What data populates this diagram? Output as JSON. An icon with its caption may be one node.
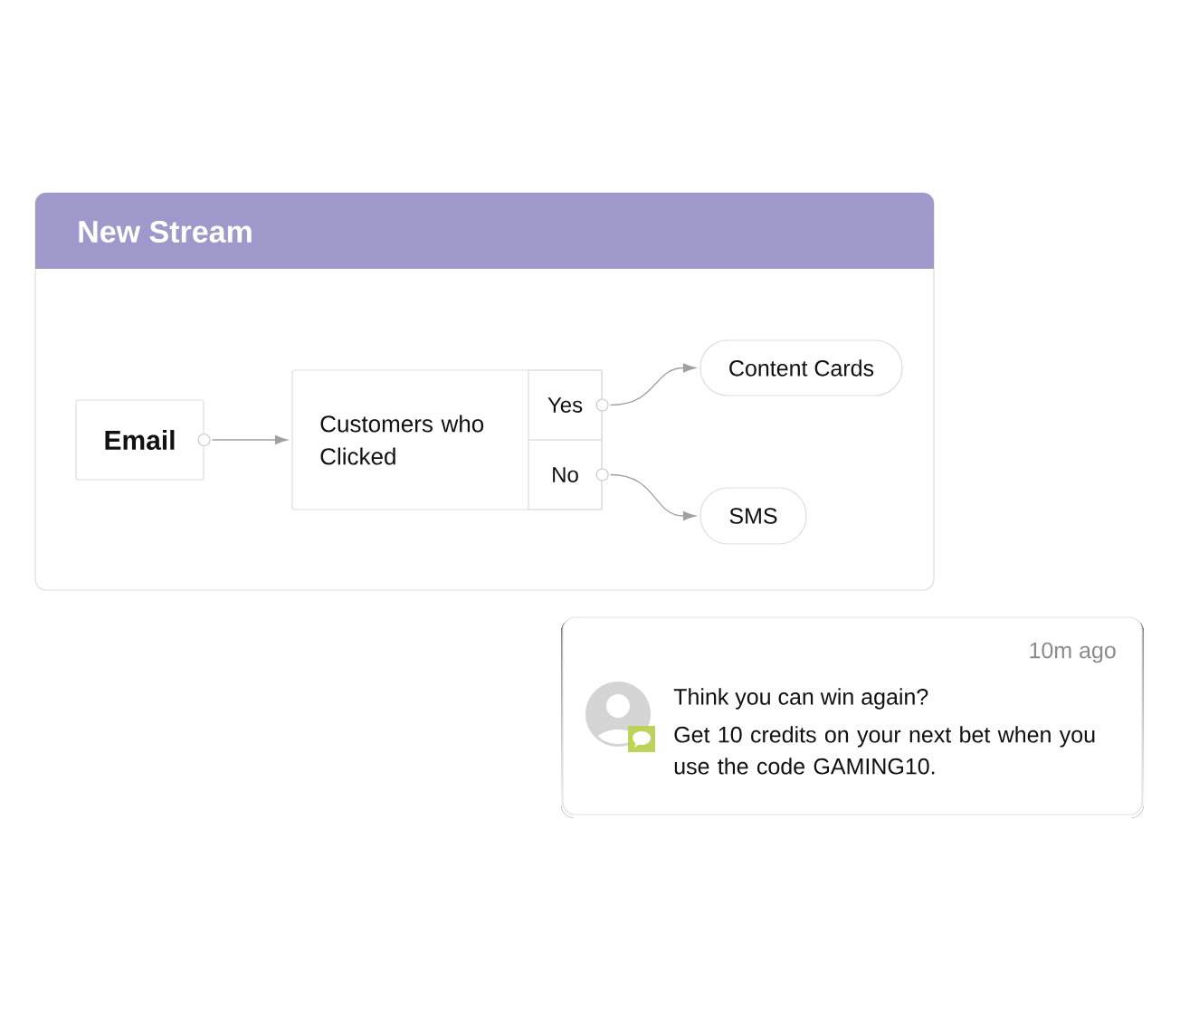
{
  "diagram": {
    "nodes": [
      {
        "text": [
          "New Stream"
        ]
      },
      {
        "text": [
          "Email"
        ],
        "in": 0
      },
      {
        "text": [
          "Customers who Clicked"
        ],
        "in": 0
      },
      {
        "text": [
          "Yes"
        ],
        "in": 2
      },
      {
        "text": [
          "No"
        ],
        "in": 2
      },
      {
        "text": [
          "Content Cards"
        ],
        "in": 0
      },
      {
        "text": [
          "SMS"
        ],
        "in": 0
      },
      {
        "text": [
          "10m ago",
          "Think you can win again?",
          "Get 10 credits on your next bet when you use the code GAMING10."
        ]
      }
    ],
    "edges": [
      {
        "from": 1,
        "to": 2,
        "arrow": "to"
      },
      {
        "from": 3,
        "to": 5,
        "arrow": "to"
      },
      {
        "from": 4,
        "to": 6,
        "arrow": "to"
      }
    ]
  }
}
